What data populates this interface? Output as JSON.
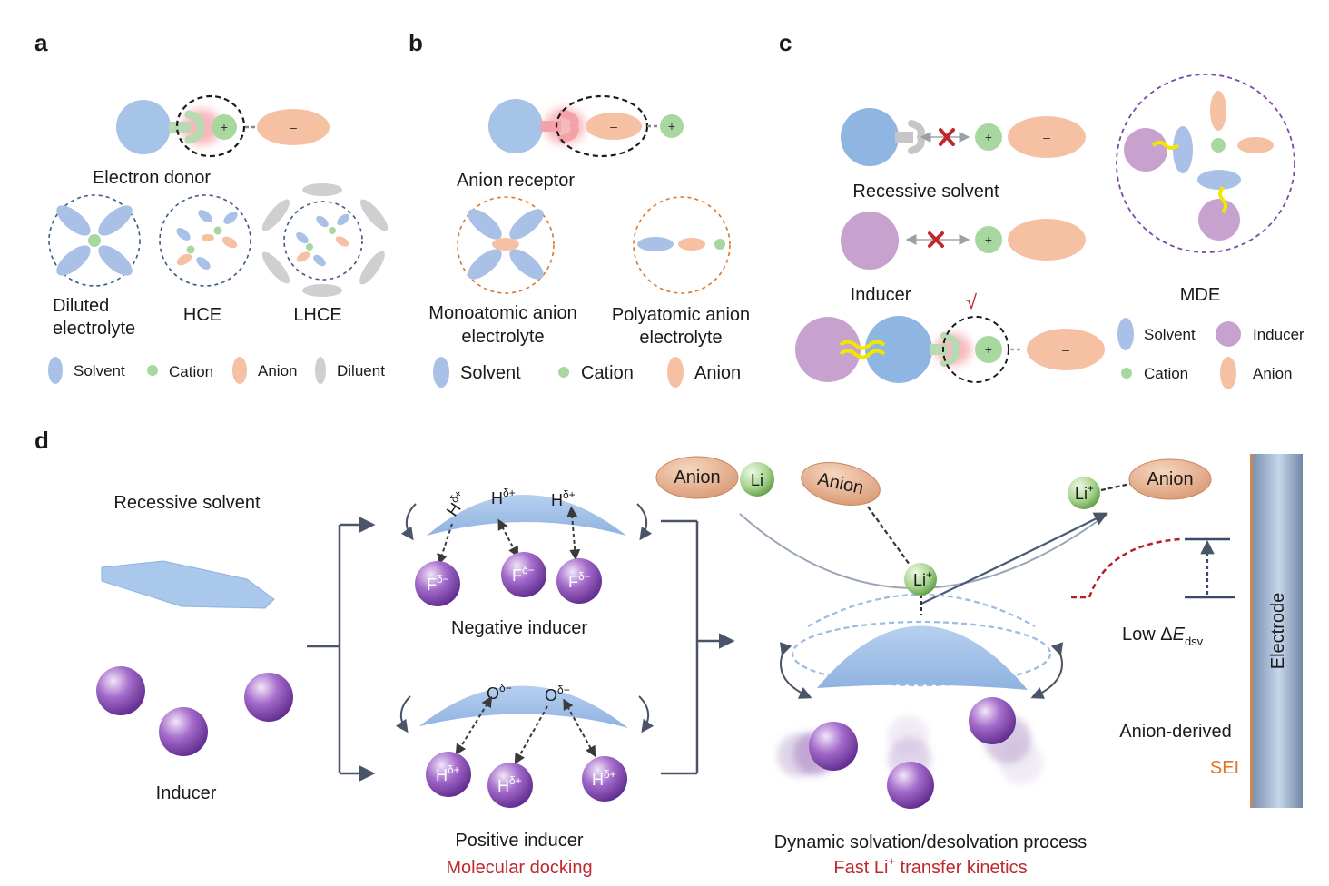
{
  "panels": {
    "a": "a",
    "b": "b",
    "c": "c",
    "d": "d"
  },
  "charges": {
    "plus": "+",
    "minus": "–"
  },
  "panel_a": {
    "title": "Electron donor",
    "diluted_line1": "Diluted",
    "diluted_line2": "electrolyte",
    "hce": "HCE",
    "lhce": "LHCE",
    "legend": {
      "solvent": "Solvent",
      "cation": "Cation",
      "anion": "Anion",
      "diluent": "Diluent"
    }
  },
  "panel_b": {
    "title": "Anion receptor",
    "mono_line1": "Monoatomic anion",
    "mono_line2": "electrolyte",
    "poly_line1": "Polyatomic anion",
    "poly_line2": "electrolyte",
    "legend": {
      "solvent": "Solvent",
      "cation": "Cation",
      "anion": "Anion"
    }
  },
  "panel_c": {
    "recessive": "Recessive solvent",
    "inducer": "Inducer",
    "mde": "MDE",
    "check": "√",
    "legend": {
      "solvent": "Solvent",
      "inducer": "Inducer",
      "cation": "Cation",
      "anion": "Anion"
    }
  },
  "panel_d": {
    "recessive": "Recessive solvent",
    "inducer": "Inducer",
    "negative_inducer": "Negative inducer",
    "positive_inducer": "Positive inducer",
    "molecular_docking": "Molecular docking",
    "dynamic": "Dynamic solvation/desolvation process",
    "fast_li_pre": "Fast Li",
    "fast_li_sup": "+",
    "fast_li_post": " transfer kinetics",
    "anion": "Anion",
    "li": "Li",
    "li_plus_sup": "+",
    "low_pre": "Low Δ",
    "low_e": "E",
    "low_sub": "dsv",
    "anion_derived": "Anion-derived",
    "sei": "SEI",
    "electrode": "Electrode",
    "h": "H",
    "f": "F",
    "o": "O",
    "delta_plus": "δ+",
    "delta_minus": "δ−"
  },
  "colors": {
    "solvent": "#a9c1e6",
    "solvent_big": "#8fb5e3",
    "cation": "#a8d8a0",
    "anion": "#f5c1a2",
    "diluent": "#cfcfcf",
    "inducer": "#c7a2cf",
    "inducer_sphere": "#8a4fb8",
    "accent_red": "#c0282d"
  }
}
